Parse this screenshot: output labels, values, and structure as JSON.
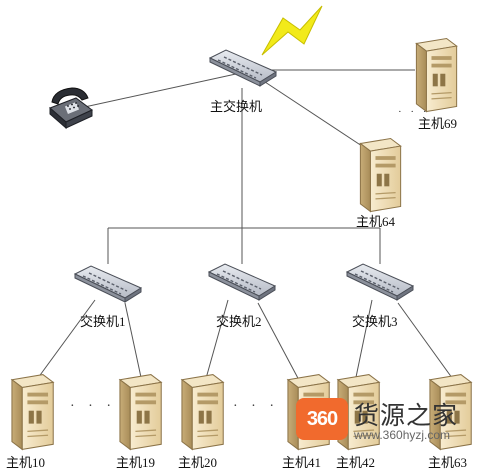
{
  "labels": {
    "main_switch": "主交换机",
    "switch1": "交换机1",
    "switch2": "交换机2",
    "switch3": "交换机3",
    "host69": "主机69",
    "host64": "主机64",
    "host10": "主机10",
    "host19": "主机19",
    "host20": "主机20",
    "host41": "主机41",
    "host42": "主机42",
    "host63": "主机63",
    "ellipsis": "· · ·"
  },
  "watermark": {
    "badge": "360",
    "title": "货源之家",
    "url": "www.360hyzj.com"
  },
  "colors": {
    "lightning": "#f2ea1a",
    "server_body": "#eddcb8",
    "server_shadow": "#bca372",
    "switch_body": "#c9cdd6",
    "line": "#555555",
    "watermark_badge": "#f16a2d"
  },
  "icons": [
    "lightning-icon",
    "telephone-icon",
    "switch-icon",
    "server-icon"
  ]
}
